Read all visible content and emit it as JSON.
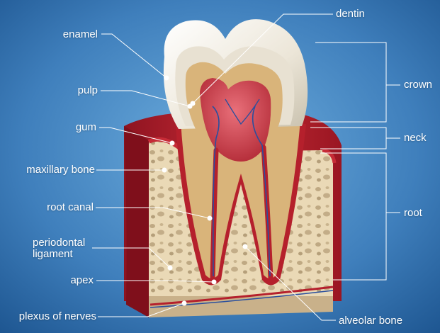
{
  "colors": {
    "background_center": "#5fa2d6",
    "background_edge": "#1e5893",
    "gum": "#b5202c",
    "bone": "#e9d7b4",
    "enamel": "#f1ede4",
    "dentin": "#d9b47a",
    "pulp": "#c53a45",
    "label_text": "#ffffff",
    "leader_line": "#ffffff"
  },
  "labels": {
    "left": [
      {
        "id": "enamel",
        "text": "enamel"
      },
      {
        "id": "pulp",
        "text": "pulp"
      },
      {
        "id": "gum",
        "text": "gum"
      },
      {
        "id": "maxillary-bone",
        "text": "maxillary bone"
      },
      {
        "id": "root-canal",
        "text": "root canal"
      },
      {
        "id": "periodontal-ligament",
        "text": "periodontal\nligament"
      },
      {
        "id": "apex",
        "text": "apex"
      },
      {
        "id": "plexus-of-nerves",
        "text": "plexus of nerves"
      }
    ],
    "right": [
      {
        "id": "dentin",
        "text": "dentin"
      },
      {
        "id": "crown",
        "text": "crown"
      },
      {
        "id": "neck",
        "text": "neck"
      },
      {
        "id": "root",
        "text": "root"
      },
      {
        "id": "alveolar-bone",
        "text": "alveolar bone"
      }
    ]
  }
}
